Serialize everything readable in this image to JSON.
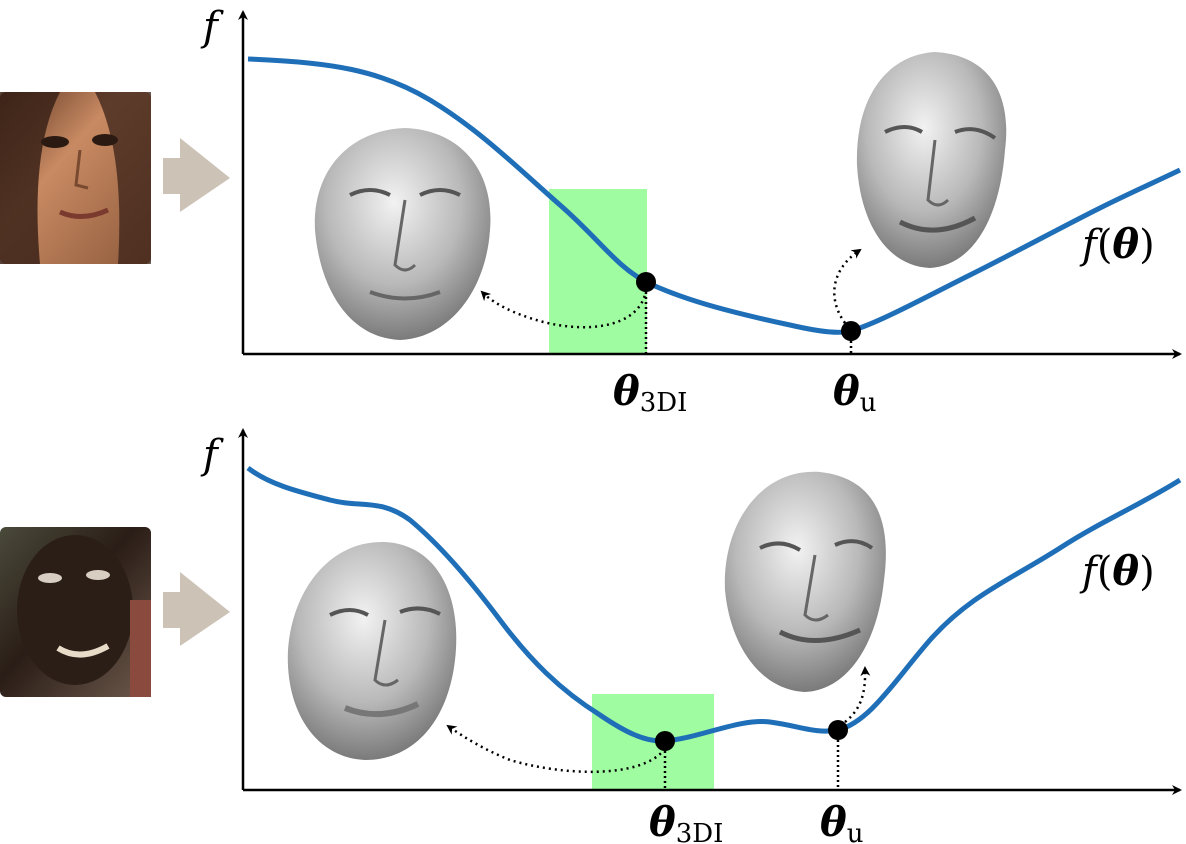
{
  "panels": [
    {
      "axis_label": "f",
      "curve_label": {
        "func": "f",
        "arg": "θ"
      },
      "markers": [
        {
          "symbol": "θ",
          "subscript": "3DI"
        },
        {
          "symbol": "θ",
          "subscript": "u"
        }
      ],
      "highlight_color": "#a0fca0",
      "curve_color": "#1f6fb8"
    },
    {
      "axis_label": "f",
      "curve_label": {
        "func": "f",
        "arg": "θ"
      },
      "markers": [
        {
          "symbol": "θ",
          "subscript": "3DI"
        },
        {
          "symbol": "θ",
          "subscript": "u"
        }
      ],
      "highlight_color": "#a0fca0",
      "curve_color": "#1f6fb8"
    }
  ],
  "icons": {
    "arrow": "right-arrow-icon",
    "photo_top": "face-photo-woman",
    "photo_bottom": "face-photo-boy",
    "mesh": "3d-face-mesh-icon"
  },
  "colors": {
    "arrow": "#cdc2b6",
    "mesh_light": "#e8e8e8",
    "mesh_dark": "#6e6e6e"
  }
}
